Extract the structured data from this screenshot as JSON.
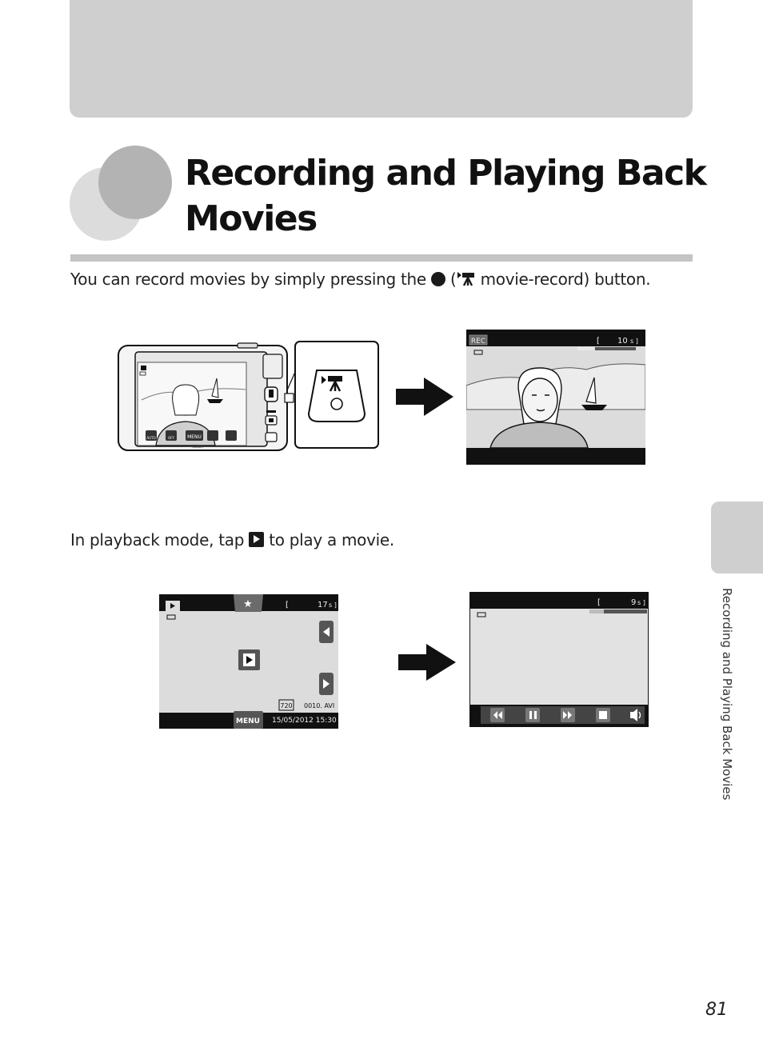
{
  "chapter": {
    "title": "Recording and Playing Back Movies"
  },
  "intro": {
    "before": "You can record movies by simply pressing the",
    "middle": "(",
    "after": "movie-record) button."
  },
  "playback_instruction": {
    "before": "In playback mode, tap",
    "after": "to play a movie."
  },
  "screens": {
    "camera_back": {
      "brand": "Nikon",
      "menu_label": "MENU",
      "auto_label": "AUTO",
      "off_label": "OFF"
    },
    "recording": {
      "rec_badge": "REC",
      "remaining_time": "10",
      "remaining_progress": 0.3
    },
    "playback_select": {
      "time": "17",
      "resolution": "720",
      "filename": "0010. AVI",
      "menu_label": "MENU",
      "datetime": "15/05/2012  15:30"
    },
    "playback_running": {
      "time": "9",
      "progress": 0.25
    }
  },
  "side_tab": {
    "label": "Recording and Playing Back Movies"
  },
  "page_number": "81"
}
